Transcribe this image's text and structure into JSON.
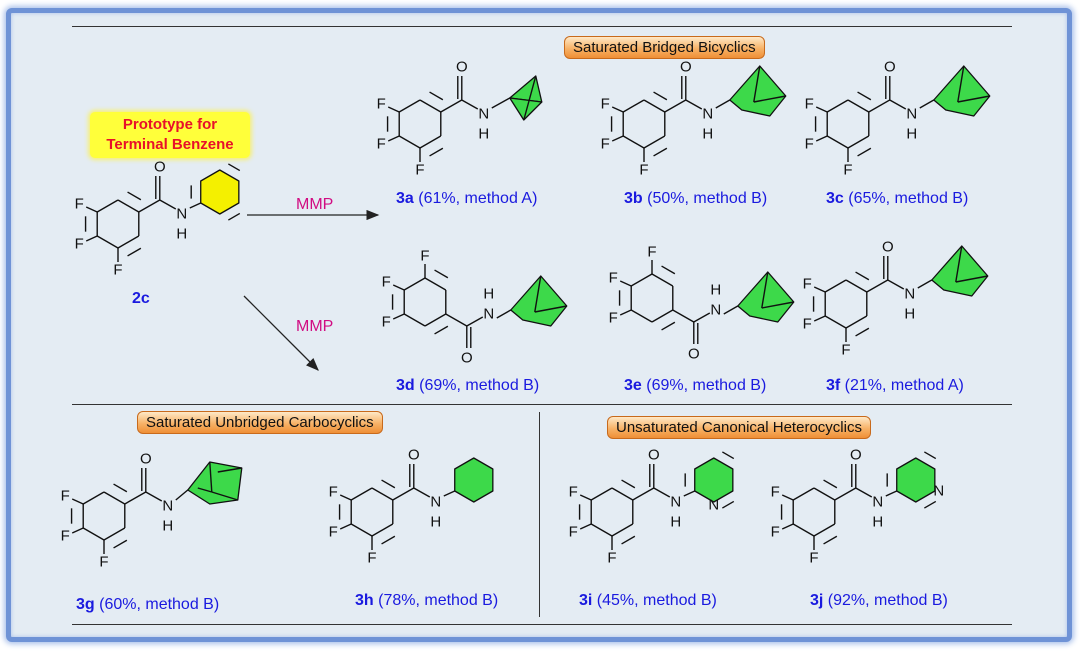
{
  "sections": {
    "bridged": "Saturated Bridged Bicyclics",
    "unbridged": "Saturated Unbridged Carbocyclics",
    "heterocyclic": "Unsaturated Canonical Heterocyclics"
  },
  "prototype": {
    "line1": "Prototype for",
    "line2": "Terminal Benzene"
  },
  "arrows": {
    "top": "MMP",
    "diag": "MMP"
  },
  "atoms": {
    "F": "F",
    "O": "O",
    "N": "N",
    "H": "H"
  },
  "compounds": [
    {
      "id": "2c",
      "detail": ""
    },
    {
      "id": "3a",
      "detail": " (61%, method A)"
    },
    {
      "id": "3b",
      "detail": " (50%, method B)"
    },
    {
      "id": "3c",
      "detail": " (65%, method B)"
    },
    {
      "id": "3d",
      "detail": " (69%, method B)"
    },
    {
      "id": "3e",
      "detail": " (69%, method B)"
    },
    {
      "id": "3f",
      "detail": " (21%, method A)"
    },
    {
      "id": "3g",
      "detail": " (60%, method B)"
    },
    {
      "id": "3h",
      "detail": " (78%, method B)"
    },
    {
      "id": "3i",
      "detail": " (45%, method B)"
    },
    {
      "id": "3j",
      "detail": " (92%, method B)"
    }
  ],
  "colors": {
    "frame": "#6f93d6",
    "panel": "#e4ecf3",
    "label": "#1a1adf",
    "mmp": "#d10c82",
    "fragment_green": "#3dd94a",
    "benzene_yellow": "#f4f000",
    "prototype_text": "#e8102a"
  }
}
